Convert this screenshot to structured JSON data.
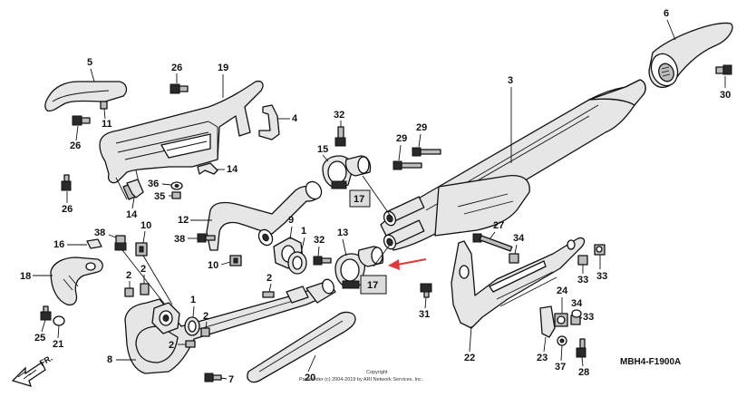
{
  "diagram_code": "MBH4-F1900A",
  "copyright_line1": "Copyright",
  "copyright_line2": "Partsfinder (c) 2004-2019 by ARI Network Services, Inc.",
  "front_label": "FR.",
  "highlight_color": "#e53935",
  "callouts": {
    "p1": "1",
    "p2": "2",
    "p3": "3",
    "p4": "4",
    "p5": "5",
    "p6": "6",
    "p7": "7",
    "p8": "8",
    "p9": "9",
    "p10": "10",
    "p11": "11",
    "p12": "12",
    "p13": "13",
    "p14": "14",
    "p15": "15",
    "p16": "16",
    "p17": "17",
    "p18": "18",
    "p19": "19",
    "p20": "20",
    "p21": "21",
    "p22": "22",
    "p23": "23",
    "p24": "24",
    "p25": "25",
    "p26": "26",
    "p27": "27",
    "p28": "28",
    "p29": "29",
    "p30": "30",
    "p31": "31",
    "p32": "32",
    "p33": "33",
    "p34": "34",
    "p35": "35",
    "p36": "36",
    "p37": "37",
    "p38": "38"
  }
}
